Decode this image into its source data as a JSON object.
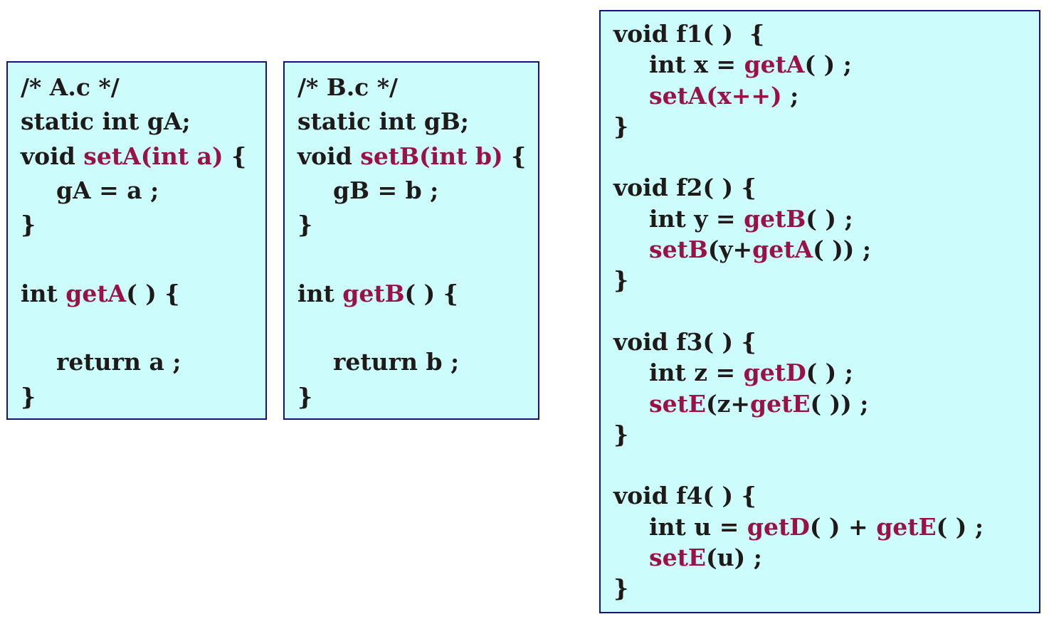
{
  "colors": {
    "box_fill": "#ccfcfc",
    "box_border": "#15147a",
    "text": "#1f1a17",
    "highlight": "#9c1045"
  },
  "box_a": {
    "comment": "/* A.c */",
    "decl": "static int gA;",
    "setter_prefix": "void ",
    "setter_sig": "setA(int a)",
    "brace_open": " {",
    "assign": "gA = a ;",
    "close": "}",
    "getter_prefix": "int ",
    "getter_name": "getA",
    "getter_suffix": "( ) {",
    "return": "return a ;",
    "close2": "}"
  },
  "box_b": {
    "comment": "/* B.c */",
    "decl": "static int gB;",
    "setter_prefix": "void ",
    "setter_sig": "setB(int b)",
    "brace_open": " {",
    "assign": "gB = b ;",
    "close": "}",
    "getter_prefix": "int ",
    "getter_name": "getB",
    "getter_suffix": "( ) {",
    "return": "return b ;",
    "close2": "}"
  },
  "box_f": {
    "f1_header": "void f1( )  {",
    "f1_l1_pre": "int x = ",
    "f1_l1_call": "getA",
    "f1_l1_post": "( ) ;",
    "f1_l2_call": "setA(x++)",
    "f1_l2_post": " ;",
    "f1_close": "}",
    "f2_header": "void f2( ) {",
    "f2_l1_pre": "int y = ",
    "f2_l1_call": "getB",
    "f2_l1_post": "( ) ;",
    "f2_l2_call1": "setB",
    "f2_l2_mid": "(y+",
    "f2_l2_call2": "getA",
    "f2_l2_post": "( )) ;",
    "f2_close": "}",
    "f3_header": "void f3( ) {",
    "f3_l1_pre": "int z = ",
    "f3_l1_call": "getD",
    "f3_l1_post": "( ) ;",
    "f3_l2_call1": "setE",
    "f3_l2_mid": "(z+",
    "f3_l2_call2": "getE",
    "f3_l2_post": "( )) ;",
    "f3_close": "}",
    "f4_header": "void f4( ) {",
    "f4_l1_pre": "int u = ",
    "f4_l1_call1": "getD",
    "f4_l1_mid": "( ) + ",
    "f4_l1_call2": "getE",
    "f4_l1_post": "( ) ;",
    "f4_l2_call": "setE",
    "f4_l2_post": "(u) ;",
    "f4_close": "}"
  }
}
